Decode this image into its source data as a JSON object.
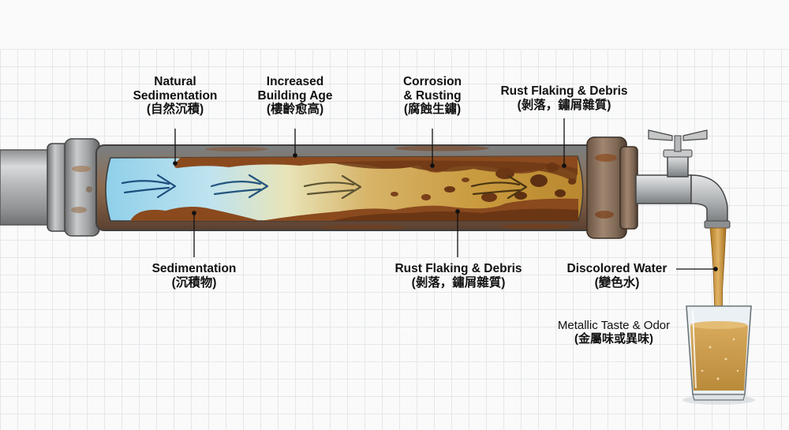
{
  "labels": {
    "natural_sedimentation": {
      "line1": "Natural",
      "line2": "Sedimentation",
      "line3": "(自然沉積)"
    },
    "building_age": {
      "line1": "Increased",
      "line2": "Building Age",
      "line3": "(樓齡愈高)"
    },
    "corrosion": {
      "line1": "Corrosion",
      "line2": "& Rusting",
      "line3": "(腐蝕生鏽)"
    },
    "rust_flaking_top": {
      "line1": "Rust Flaking & Debris",
      "line2": "(剝落，鏽屑雜質)"
    },
    "sedimentation": {
      "line1": "Sedimentation",
      "line2": "(沉積物)"
    },
    "rust_flaking_bottom": {
      "line1": "Rust Flaking & Debris",
      "line2": "(剝落，鏽屑雜質)"
    },
    "discolored_water": {
      "line1": "Discolored Water",
      "line2": "(變色水)"
    },
    "metallic_taste": {
      "line1": "Metallic Taste & Odor",
      "line2": "(金屬味或異味)"
    }
  },
  "colors": {
    "clean_water": "#8fd0ea",
    "rusty_water": "#c99a3e",
    "rust": "#8a4a1e",
    "pipe_metal": "#a9abad",
    "discolored_water": "#c98f30"
  }
}
